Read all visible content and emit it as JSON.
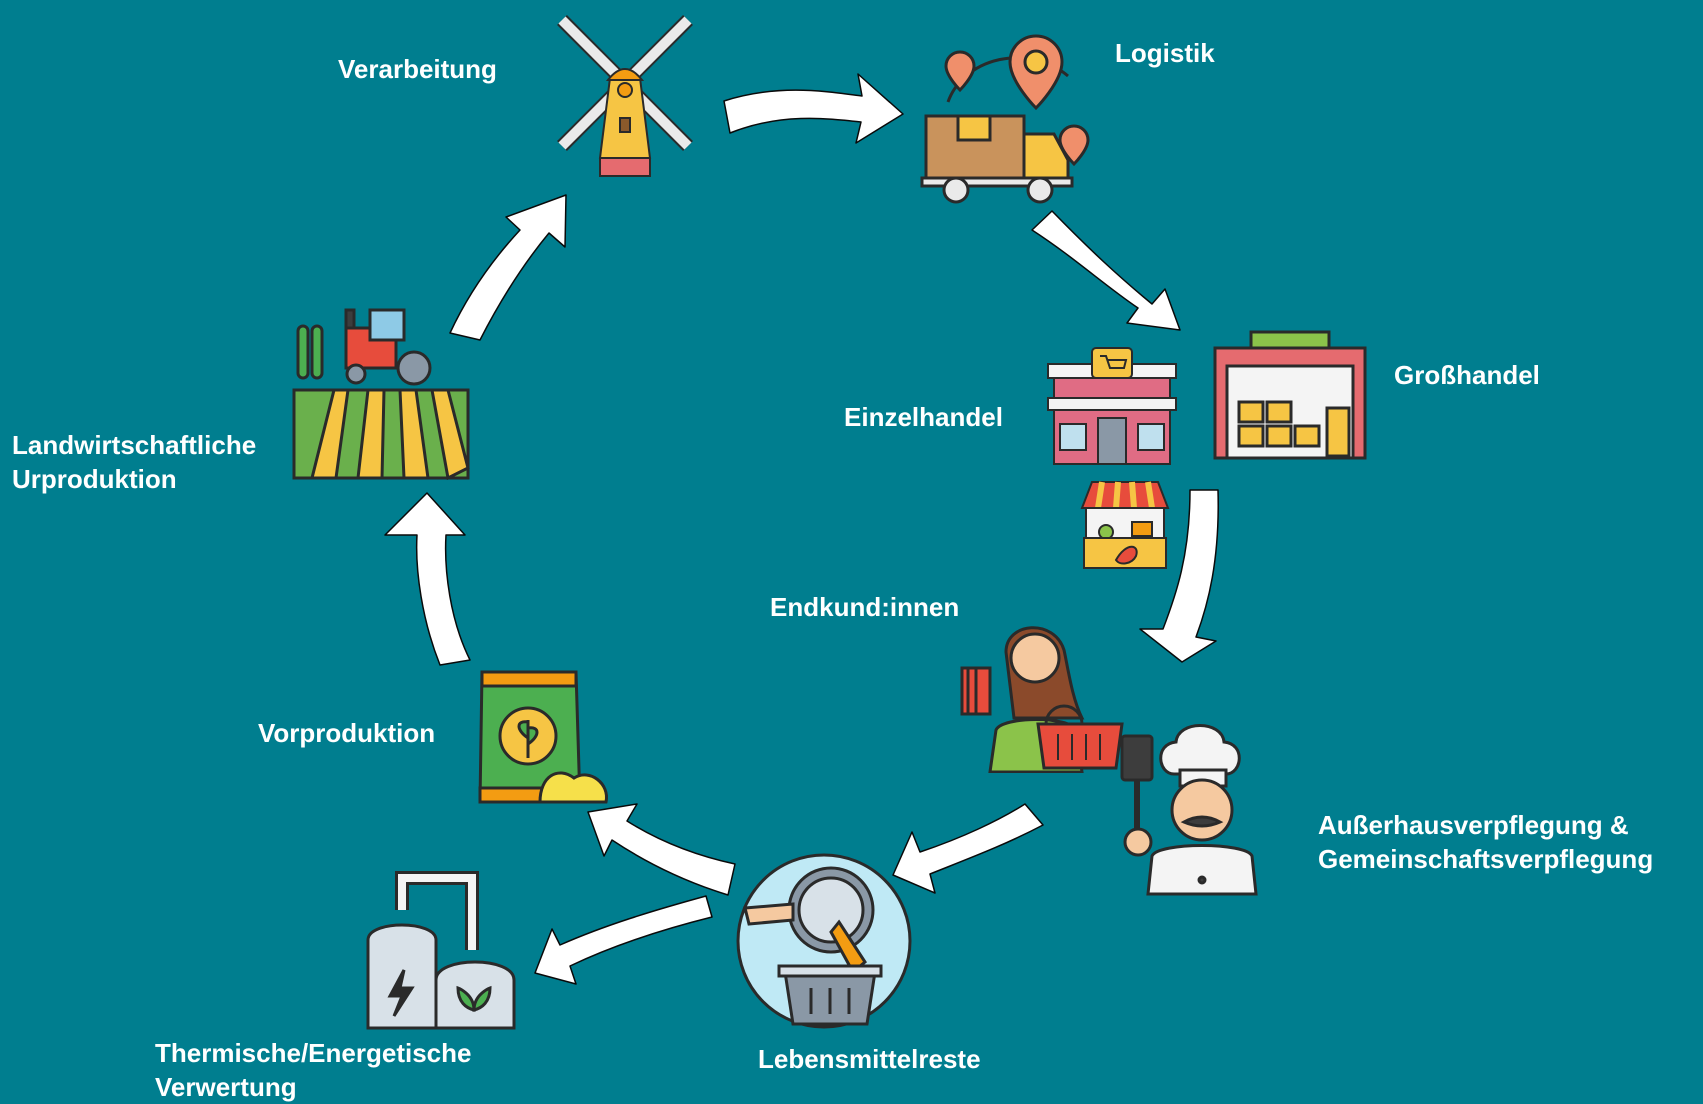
{
  "diagram": {
    "background_color": "#007e8f",
    "arrow_color": "#ffffff",
    "stages": [
      {
        "id": "verarbeitung",
        "label": "Verarbeitung",
        "icon": "windmill-icon"
      },
      {
        "id": "logistik",
        "label": "Logistik",
        "icon": "delivery-truck-icon"
      },
      {
        "id": "grosshandel",
        "label": "Großhandel",
        "icon": "warehouse-icon"
      },
      {
        "id": "einzelhandel",
        "label": "Einzelhandel",
        "icon": "shop-icon"
      },
      {
        "id": "markt",
        "label": "",
        "icon": "market-stall-icon"
      },
      {
        "id": "endkunden",
        "label": "Endkund:innen",
        "icon": "customer-with-basket-icon"
      },
      {
        "id": "ausserhaus",
        "label_lines": [
          "Außerhausverpflegung &",
          "Gemeinschaftsverpflegung"
        ],
        "icon": "chef-icon"
      },
      {
        "id": "lebensmittelreste",
        "label": "Lebensmittelreste",
        "icon": "food-waste-icon"
      },
      {
        "id": "thermisch",
        "label_lines": [
          "Thermische/Energetische",
          "Verwertung"
        ],
        "icon": "biogas-plant-icon"
      },
      {
        "id": "vorproduktion",
        "label": "Vorproduktion",
        "icon": "seed-bag-icon"
      },
      {
        "id": "urproduktion",
        "label_lines": [
          "Landwirtschaftliche",
          "Urproduktion"
        ],
        "icon": "tractor-field-icon"
      }
    ]
  }
}
